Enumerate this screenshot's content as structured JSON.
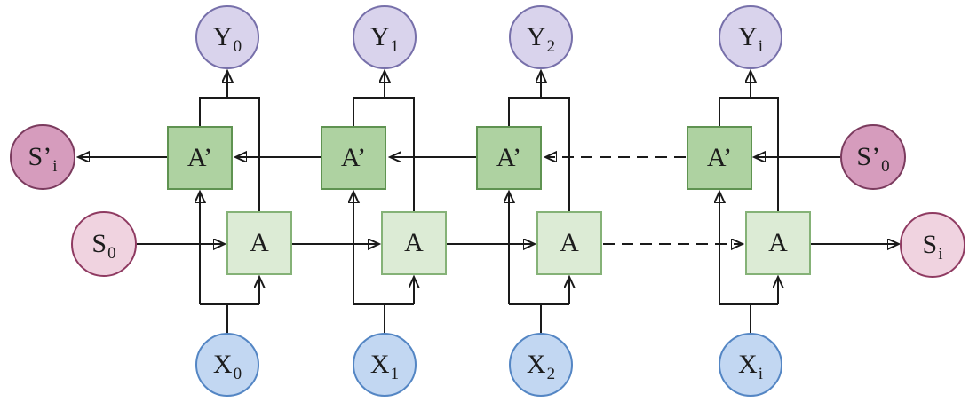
{
  "diagram": {
    "nodes": {
      "y0": {
        "main": "Y",
        "sub": "0"
      },
      "y1": {
        "main": "Y",
        "sub": "1"
      },
      "y2": {
        "main": "Y",
        "sub": "2"
      },
      "yi": {
        "main": "Y",
        "sub": "i"
      },
      "ap0": {
        "main": "A’",
        "sub": ""
      },
      "ap1": {
        "main": "A’",
        "sub": ""
      },
      "ap2": {
        "main": "A’",
        "sub": ""
      },
      "ap3": {
        "main": "A’",
        "sub": ""
      },
      "a0": {
        "main": "A",
        "sub": ""
      },
      "a1": {
        "main": "A",
        "sub": ""
      },
      "a2": {
        "main": "A",
        "sub": ""
      },
      "a3": {
        "main": "A",
        "sub": ""
      },
      "x0": {
        "main": "X",
        "sub": "0"
      },
      "x1": {
        "main": "X",
        "sub": "1"
      },
      "x2": {
        "main": "X",
        "sub": "2"
      },
      "xi": {
        "main": "X",
        "sub": "i"
      },
      "spi": {
        "main": "S’",
        "sub": "i"
      },
      "s0": {
        "main": "S",
        "sub": "0"
      },
      "sp0": {
        "main": "S’",
        "sub": "0"
      },
      "si": {
        "main": "S",
        "sub": "i"
      }
    },
    "columns": [
      {
        "input": "x0",
        "backward_cell": "ap0",
        "forward_cell": "a0",
        "output": "y0"
      },
      {
        "input": "x1",
        "backward_cell": "ap1",
        "forward_cell": "a1",
        "output": "y1"
      },
      {
        "input": "x2",
        "backward_cell": "ap2",
        "forward_cell": "a2",
        "output": "y2"
      },
      {
        "input": "xi",
        "backward_cell": "ap3",
        "forward_cell": "a3",
        "output": "yi"
      }
    ],
    "edges": [
      {
        "from": "s0",
        "to": "a0",
        "style": "solid"
      },
      {
        "from": "a0",
        "to": "a1",
        "style": "solid"
      },
      {
        "from": "a1",
        "to": "a2",
        "style": "solid"
      },
      {
        "from": "a2",
        "to": "a3",
        "style": "dashed"
      },
      {
        "from": "a3",
        "to": "si",
        "style": "solid"
      },
      {
        "from": "sp0",
        "to": "ap3",
        "style": "solid"
      },
      {
        "from": "ap3",
        "to": "ap2",
        "style": "dashed"
      },
      {
        "from": "ap2",
        "to": "ap1",
        "style": "solid"
      },
      {
        "from": "ap1",
        "to": "ap0",
        "style": "solid"
      },
      {
        "from": "ap0",
        "to": "spi",
        "style": "solid"
      },
      {
        "from": "x0",
        "to": "ap0,a0",
        "style": "solid"
      },
      {
        "from": "x1",
        "to": "ap1,a1",
        "style": "solid"
      },
      {
        "from": "x2",
        "to": "ap2,a2",
        "style": "solid"
      },
      {
        "from": "xi",
        "to": "ap3,a3",
        "style": "solid"
      },
      {
        "from": "ap0,a0",
        "to": "y0",
        "style": "solid"
      },
      {
        "from": "ap1,a1",
        "to": "y1",
        "style": "solid"
      },
      {
        "from": "ap2,a2",
        "to": "y2",
        "style": "solid"
      },
      {
        "from": "ap3,a3",
        "to": "yi",
        "style": "solid"
      }
    ],
    "colors": {
      "output_fill": "#d9d3ec",
      "output_border": "#7770aa",
      "input_fill": "#c2d7f2",
      "input_border": "#5486c4",
      "state_fwd_fill": "#f0d3e0",
      "state_fwd_border": "#8f3a61",
      "state_bwd_fill": "#d69cbd",
      "state_bwd_border": "#7b3b5e",
      "cell_bwd_fill": "#aed2a1",
      "cell_bwd_border": "#5f9351",
      "cell_fwd_fill": "#dcebd5",
      "cell_fwd_border": "#85b277",
      "edge_color": "#1a1a1a",
      "label_color": "#1c1c1c"
    }
  }
}
